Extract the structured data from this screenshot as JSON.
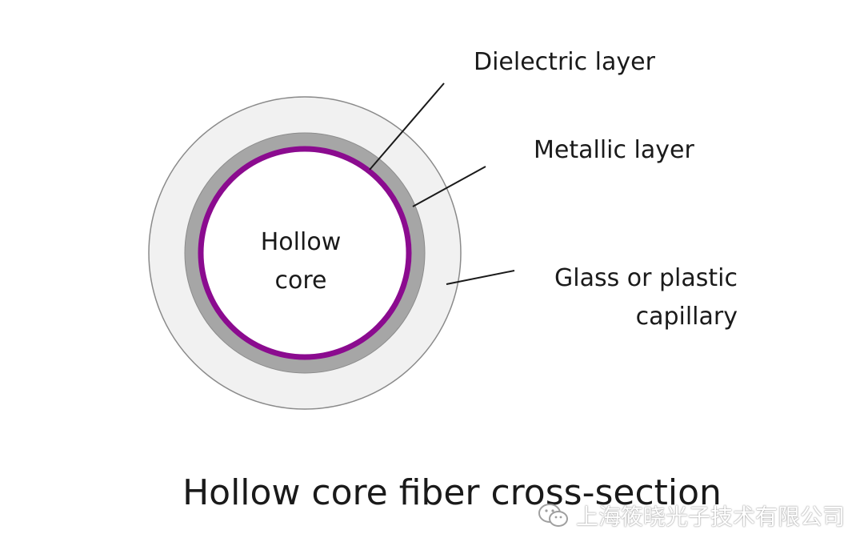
{
  "labels": {
    "dielectric": "Dielectric layer",
    "metallic": "Metallic layer",
    "glass_line1": "Glass or plastic",
    "glass_line2": "capillary",
    "core_line1": "Hollow",
    "core_line2": "core"
  },
  "title": "Hollow core fiber cross-section",
  "watermark": {
    "icon": "wechat-icon",
    "text": "上海筱晓光子技术有限公司"
  },
  "colors": {
    "capillary_fill": "#f1f1f1",
    "capillary_stroke": "#8a8a8a",
    "metallic_fill": "#a6a6a6",
    "dielectric_stroke": "#8b0b8f",
    "core_fill": "#ffffff",
    "leader_line": "#1a1a1a"
  }
}
